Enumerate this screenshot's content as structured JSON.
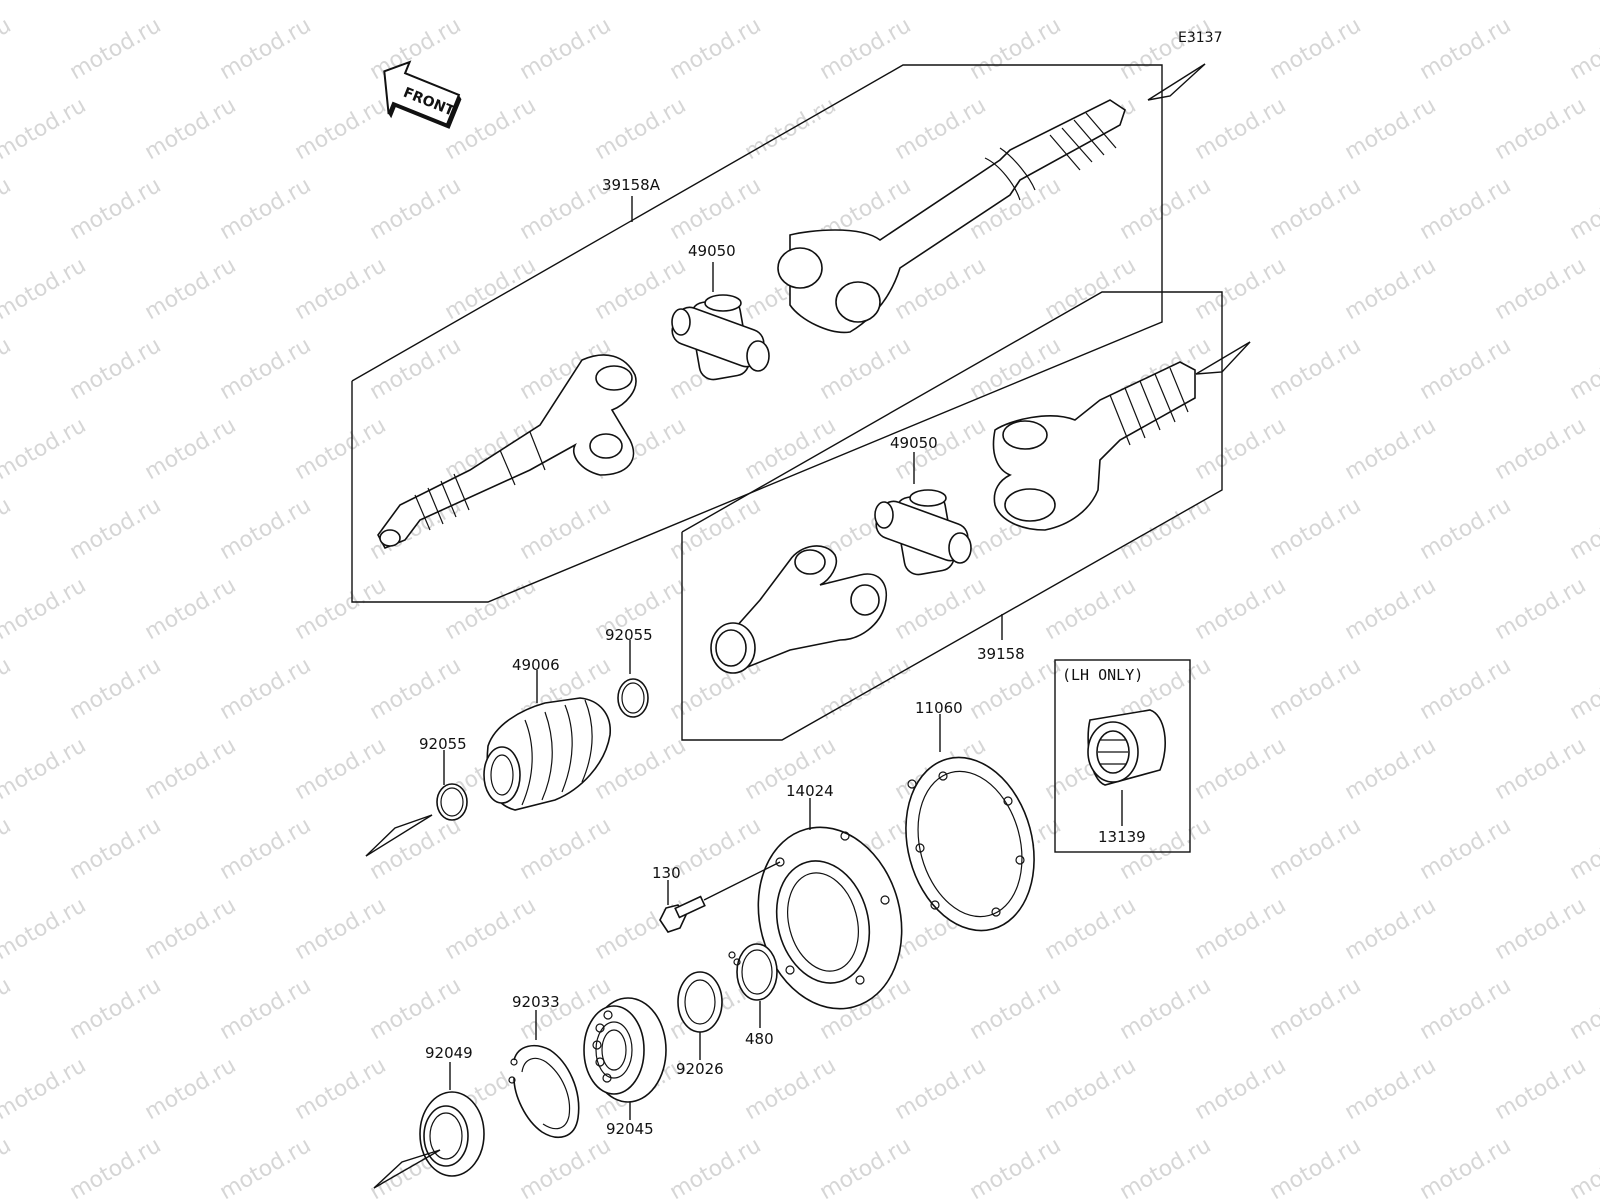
{
  "diagram_code": "E3137",
  "front_indicator": "FRONT",
  "lh_only_note": "(LH ONLY)",
  "watermark_text": "motod.ru",
  "parts": {
    "p39158A": "39158A",
    "p49050_upper": "49050",
    "p49050_lower": "49050",
    "p39158": "39158",
    "p92055_right": "92055",
    "p49006": "49006",
    "p92055_left": "92055",
    "p11060": "11060",
    "p14024": "14024",
    "p130": "130",
    "p13139": "13139",
    "p92033": "92033",
    "p92049": "92049",
    "p92045": "92045",
    "p92026": "92026",
    "p480": "480"
  }
}
